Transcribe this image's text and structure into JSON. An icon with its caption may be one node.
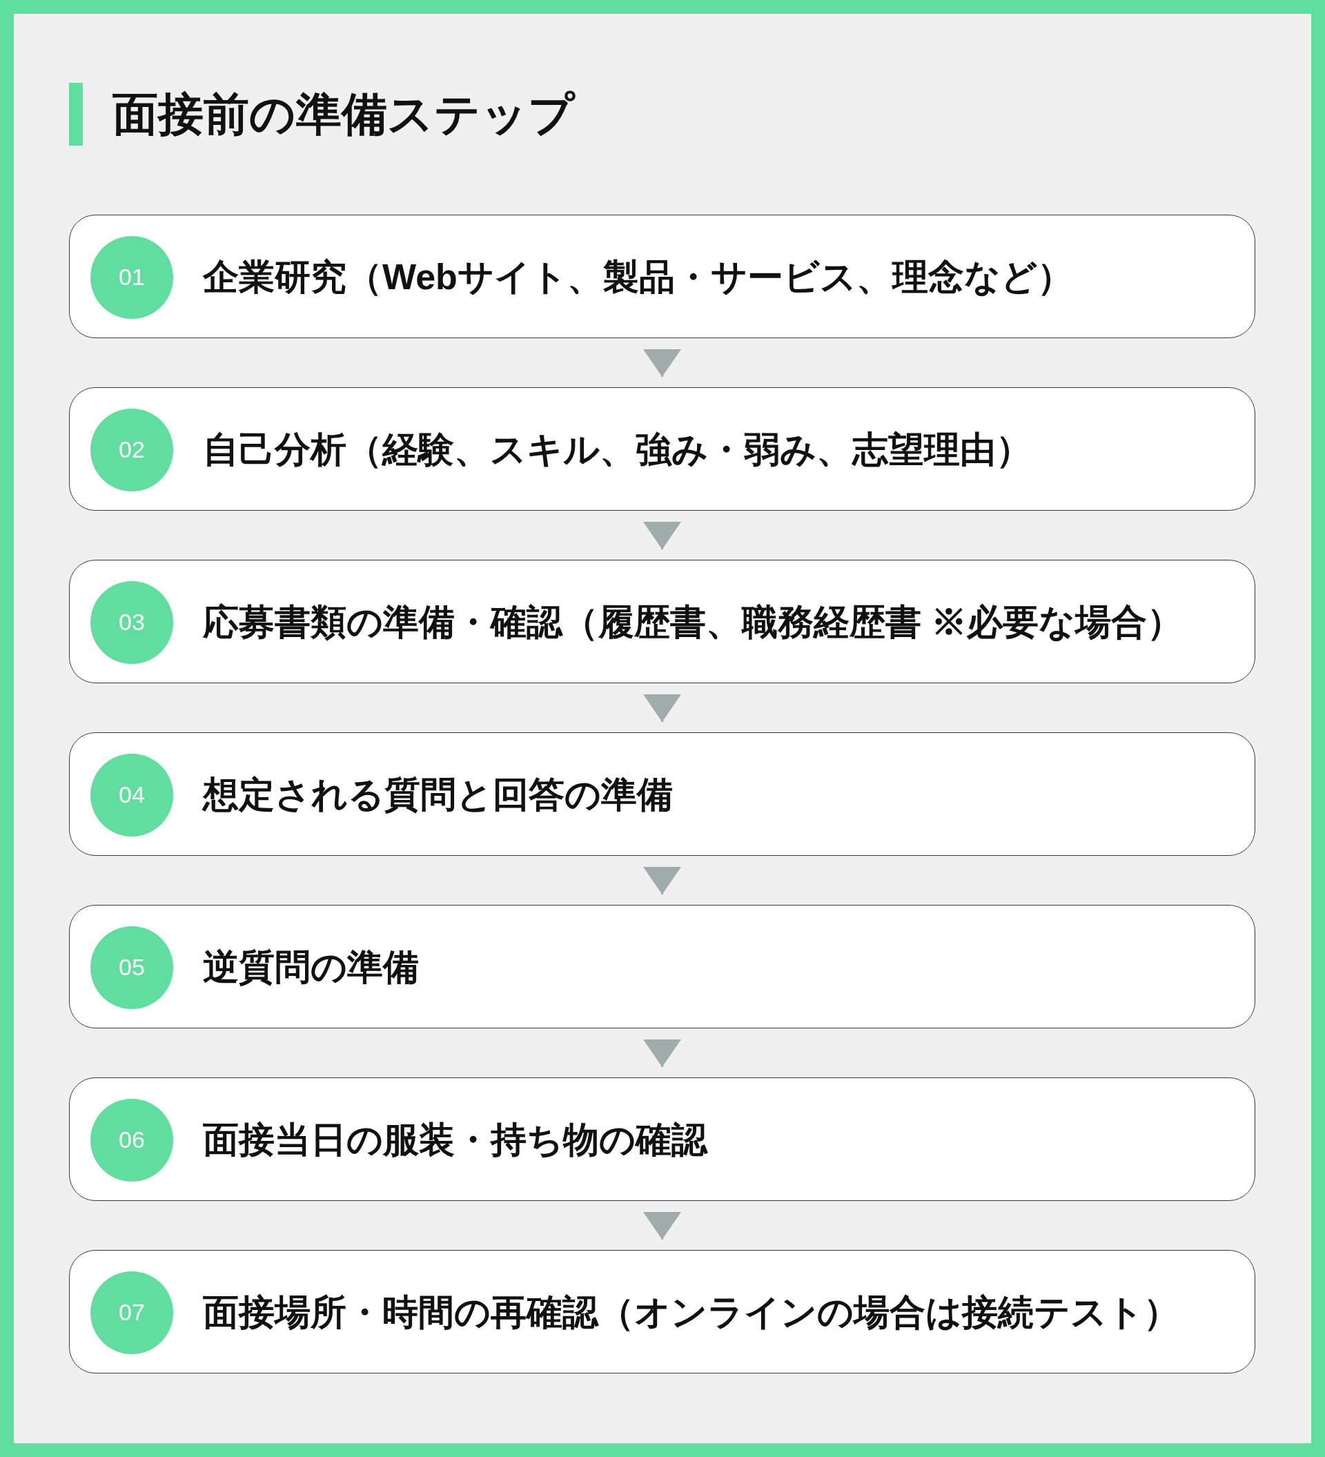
{
  "diagram": {
    "title": "面接前の準備ステップ",
    "nodes": [
      {
        "text": [
          "企業研究（Webサイト、製品・サービス、理念など）"
        ]
      },
      {
        "text": [
          "01"
        ],
        "in": 0
      },
      {
        "text": [
          "自己分析（経験、スキル、強み・弱み、志望理由）"
        ]
      },
      {
        "text": [
          "02"
        ],
        "in": 2
      },
      {
        "text": [
          "応募書類の準備・確認（履歴書、職務経歴書 ※必要な場合）"
        ]
      },
      {
        "text": [
          "03"
        ],
        "in": 4
      },
      {
        "text": [
          "想定される質問と回答の準備"
        ]
      },
      {
        "text": [
          "04"
        ],
        "in": 6
      },
      {
        "text": [
          "逆質問の準備"
        ]
      },
      {
        "text": [
          "05"
        ],
        "in": 8
      },
      {
        "text": [
          "面接当日の服装・持ち物の確認"
        ]
      },
      {
        "text": [
          "06"
        ],
        "in": 10
      },
      {
        "text": [
          "面接場所・時間の再確認（オンラインの場合は接続テスト）"
        ]
      },
      {
        "text": [
          "07"
        ],
        "in": 12
      }
    ],
    "edges": [
      {
        "from": 0,
        "to": 2,
        "arrow": "to"
      },
      {
        "from": 2,
        "to": 4,
        "arrow": "to"
      },
      {
        "from": 4,
        "to": 6,
        "arrow": "to"
      },
      {
        "from": 6,
        "to": 8,
        "arrow": "to"
      },
      {
        "from": 8,
        "to": 10,
        "arrow": "to"
      },
      {
        "from": 10,
        "to": 12,
        "arrow": "to"
      }
    ]
  }
}
